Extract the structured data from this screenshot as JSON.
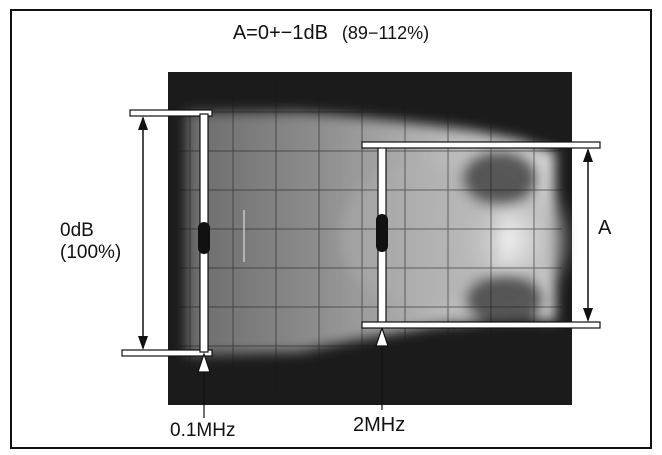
{
  "title": {
    "text": "A=0+−1dB",
    "range": "(89−112%)"
  },
  "left_reference": {
    "line1": "0dB",
    "line2": "(100%)"
  },
  "right_label": "A",
  "markers": {
    "low": "0.1MHz",
    "high": "2MHz"
  },
  "colors": {
    "frame": "#111111",
    "screen_dark": "#1b1b1b",
    "envelope": "#9a9a9a",
    "annotation": "#111111",
    "annotation_fill": "#ffffff"
  }
}
